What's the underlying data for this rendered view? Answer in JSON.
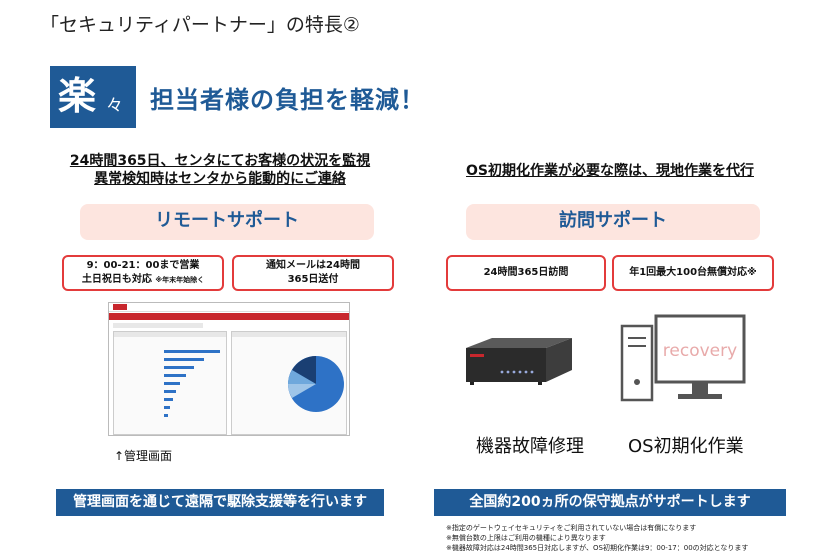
{
  "title": "「セキュリティパートナー」の特長②",
  "badge": {
    "big": "楽",
    "small": "々"
  },
  "headline": "担当者様の負担を軽減！",
  "left": {
    "lead_line1": "24時間365日、センタにてお客様の状況を監視",
    "lead_line2": "異常検知時はセンタから能動的にご連絡",
    "band": "リモートサポート",
    "box_hours_line1": "9：00-21：00まで営業",
    "box_hours_line2": "土日祝日も対応",
    "box_hours_note": "※年末年始除く",
    "box_mail_line1": "通知メールは24時間",
    "box_mail_line2": "365日送付",
    "caption": "↑管理画面",
    "footer": "管理画面を通じて遠隔で駆除支援等を行います"
  },
  "right": {
    "lead": "OS初期化作業が必要な際は、現地作業を代行",
    "band": "訪問サポート",
    "box_visit": "24時間365日訪問",
    "box_free": "年1回最大100台無償対応※",
    "caption_device": "機器故障修理",
    "caption_os": "OS初期化作業",
    "monitor_text": "recovery",
    "footer": "全国約200ヵ所の保守拠点がサポートします"
  },
  "notes": [
    "※指定のゲートウェイセキュリティをご利用されていない場合は有償になります",
    "※無償台数の上限はご利用の機種により異なります",
    "※機器故障対応は24時間365日対応しますが、OS初期化作業は9：00-17：00の対応となります"
  ],
  "colors": {
    "brand_blue": "#1f5a96",
    "alert_red": "#e33b3b",
    "band_pink": "#fde5df"
  }
}
